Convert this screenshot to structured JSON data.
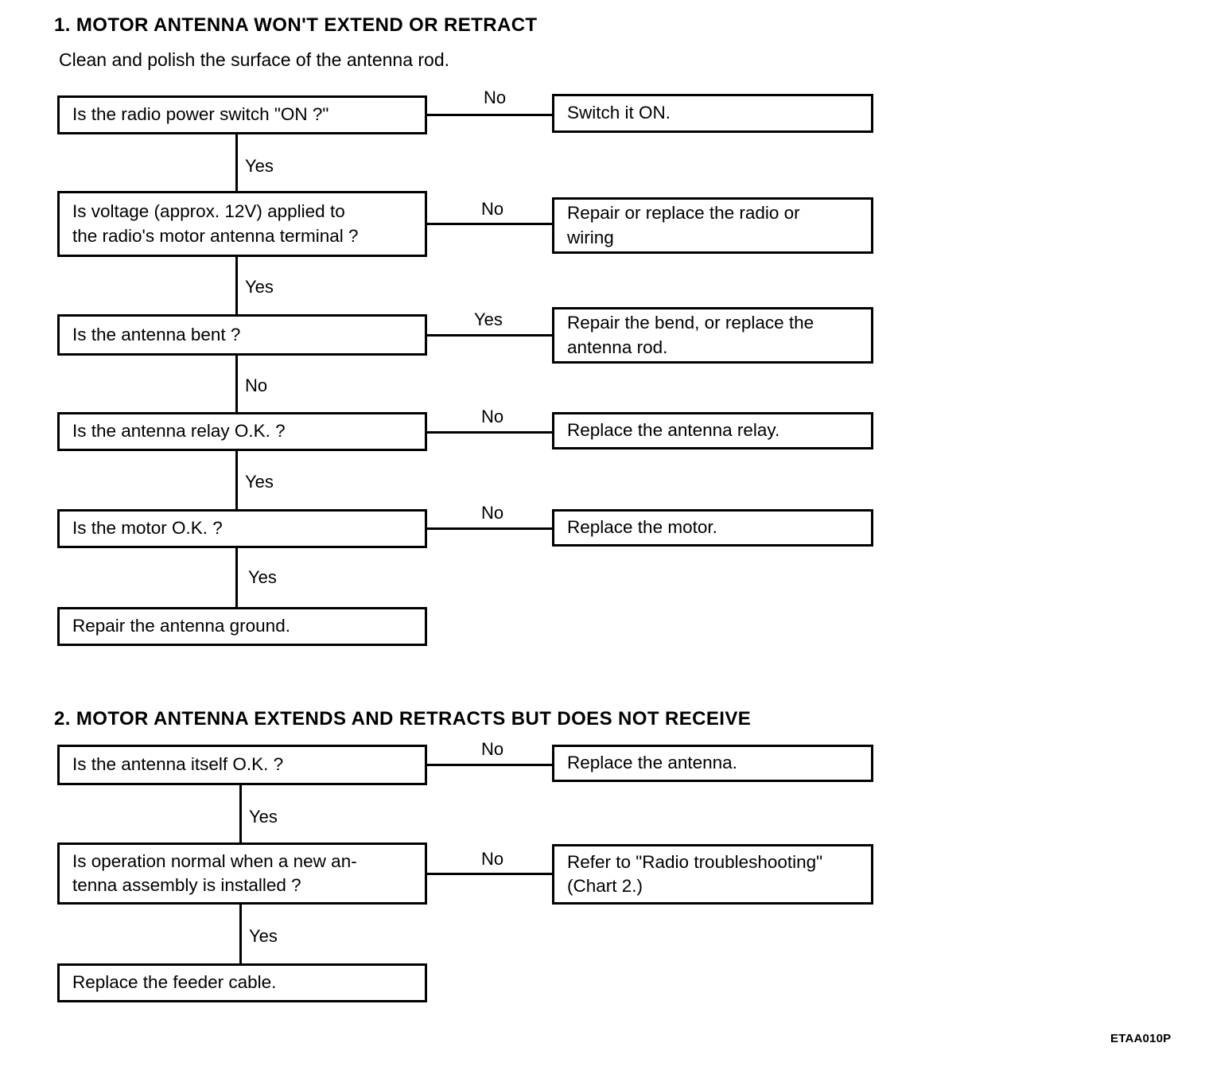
{
  "document": {
    "footer_code": "ETAA010P"
  },
  "sections": [
    {
      "number_title": "1.  MOTOR ANTENNA WON'T EXTEND OR RETRACT",
      "lead_text": "Clean and polish the surface of the antenna rod.",
      "decisions": [
        {
          "question": "Is the radio power switch \"ON ?\"",
          "branch_label": "No",
          "result": "Switch it ON.",
          "continue_label": "Yes"
        },
        {
          "question": "Is voltage (approx. 12V) applied to\nthe radio's motor antenna terminal ?",
          "branch_label": "No",
          "result": "Repair or replace the radio or\nwiring",
          "continue_label": "Yes"
        },
        {
          "question": "Is the antenna bent ?",
          "branch_label": "Yes",
          "result": "Repair the bend, or replace the\nantenna rod.",
          "continue_label": "No"
        },
        {
          "question": "Is the antenna relay O.K. ?",
          "branch_label": "No",
          "result": "Replace the antenna relay.",
          "continue_label": "Yes"
        },
        {
          "question": "Is the motor O.K. ?",
          "branch_label": "No",
          "result": "Replace the motor.",
          "continue_label": "Yes"
        }
      ],
      "final_action": "Repair the antenna ground."
    },
    {
      "number_title": "2.  MOTOR ANTENNA EXTENDS AND RETRACTS BUT DOES NOT RECEIVE",
      "lead_text": "",
      "decisions": [
        {
          "question": "Is the antenna itself O.K. ?",
          "branch_label": "No",
          "result": "Replace the antenna.",
          "continue_label": "Yes"
        },
        {
          "question": "Is operation normal when a new an-\ntenna assembly is installed ?",
          "branch_label": "No",
          "result": "Refer to \"Radio troubleshooting\"\n(Chart 2.)",
          "continue_label": "Yes"
        }
      ],
      "final_action": "Replace the feeder cable."
    }
  ]
}
